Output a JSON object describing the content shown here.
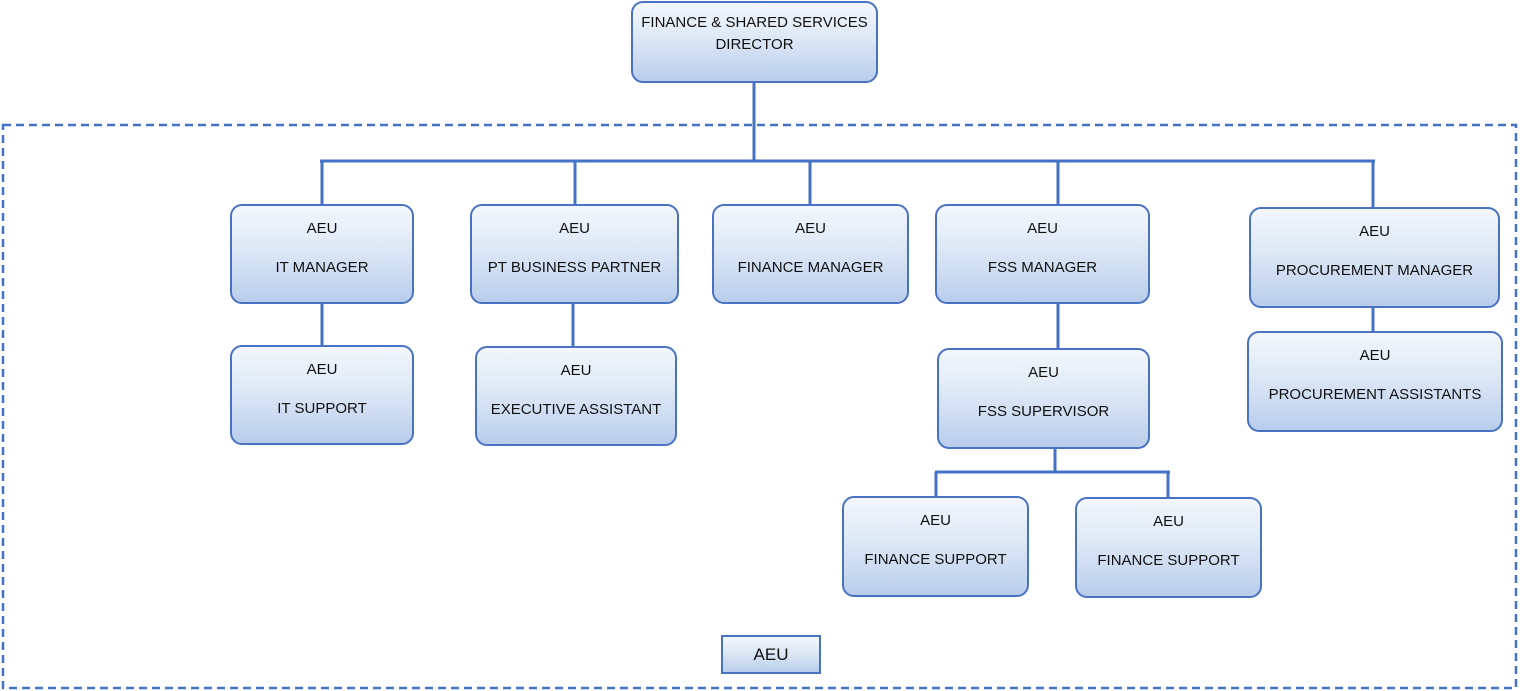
{
  "director": {
    "line1": "FINANCE & SHARED SERVICES",
    "line2": "DIRECTOR"
  },
  "units": [
    {
      "unit": "AEU",
      "role": "IT MANAGER"
    },
    {
      "unit": "AEU",
      "role": "IT SUPPORT"
    },
    {
      "unit": "AEU",
      "role": "PT BUSINESS PARTNER"
    },
    {
      "unit": "AEU",
      "role": "EXECUTIVE ASSISTANT"
    },
    {
      "unit": "AEU",
      "role": "FINANCE MANAGER"
    },
    {
      "unit": "AEU",
      "role": "FSS MANAGER"
    },
    {
      "unit": "AEU",
      "role": "FSS SUPERVISOR"
    },
    {
      "unit": "AEU",
      "role": "FINANCE SUPPORT"
    },
    {
      "unit": "AEU",
      "role": "FINANCE SUPPORT"
    },
    {
      "unit": "AEU",
      "role": "PROCUREMENT MANAGER"
    },
    {
      "unit": "AEU",
      "role": "PROCUREMENT ASSISTANTS"
    }
  ],
  "legend": {
    "label": "AEU"
  },
  "colors": {
    "line": "#4472c4",
    "border": "#4a72c2",
    "fill_top": "#f3f7fd",
    "fill_bottom": "#b9cdec"
  }
}
